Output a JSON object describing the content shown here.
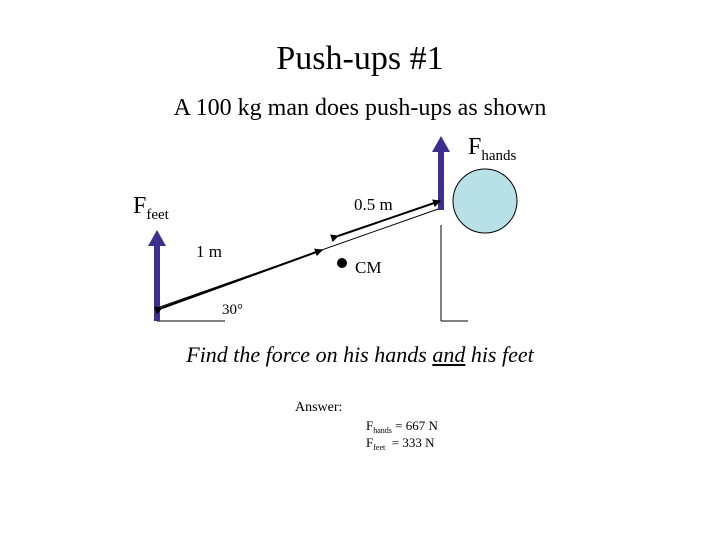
{
  "title": "Push-ups #1",
  "subtitle": "A 100 kg man does push-ups as shown",
  "forces": {
    "hands": {
      "main": "F",
      "sub": "hands"
    },
    "feet": {
      "main": "F",
      "sub": "feet"
    }
  },
  "dimensions": {
    "half_meter": "0.5 m",
    "one_meter": "1 m"
  },
  "cm_label": "CM",
  "angle_label": "30°",
  "question": {
    "before": "Find the force on his hands ",
    "underlined": "and",
    "after": " his feet"
  },
  "answer": {
    "label": "Answer:",
    "hands": {
      "main": "F",
      "sub": "hands",
      "rest": " = 667 N"
    },
    "feet": {
      "main": "F",
      "sub": "feet",
      "rest": "  = 333 N"
    }
  },
  "colors": {
    "force_arrow": "#3b2f8f",
    "head_fill": "#b7e1e6"
  }
}
